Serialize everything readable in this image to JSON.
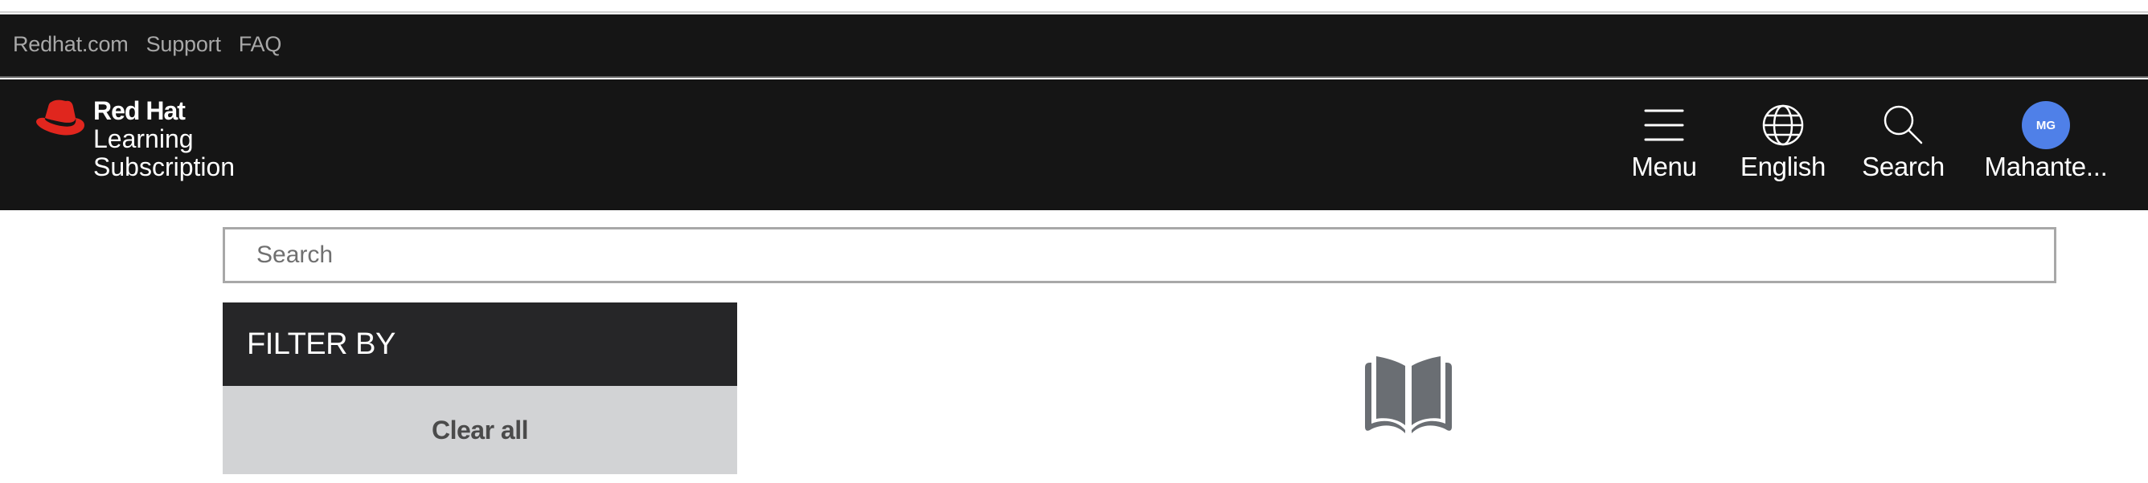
{
  "utility_bar": {
    "links": [
      {
        "label": "Redhat.com"
      },
      {
        "label": "Support"
      },
      {
        "label": "FAQ"
      }
    ]
  },
  "brand": {
    "name": "Red Hat",
    "line1": "Learning",
    "line2": "Subscription",
    "logo_icon": "red-hat-fedora-icon",
    "logo_color": "#e0261e"
  },
  "nav": {
    "menu": {
      "label": "Menu",
      "icon": "hamburger-icon"
    },
    "language": {
      "label": "English",
      "icon": "globe-icon"
    },
    "search": {
      "label": "Search",
      "icon": "search-icon"
    },
    "user": {
      "label": "Mahante...",
      "initials": "MG",
      "avatar_color": "#4f80e8"
    }
  },
  "search": {
    "placeholder": "Search",
    "value": ""
  },
  "filters": {
    "title": "FILTER BY",
    "clear_label": "Clear all"
  },
  "content": {
    "empty_state_icon": "open-book-icon",
    "icon_color": "#6a6e73"
  },
  "colors": {
    "header_bg": "#151515",
    "filter_header_bg": "#262628",
    "clear_bg": "#d2d3d5"
  }
}
